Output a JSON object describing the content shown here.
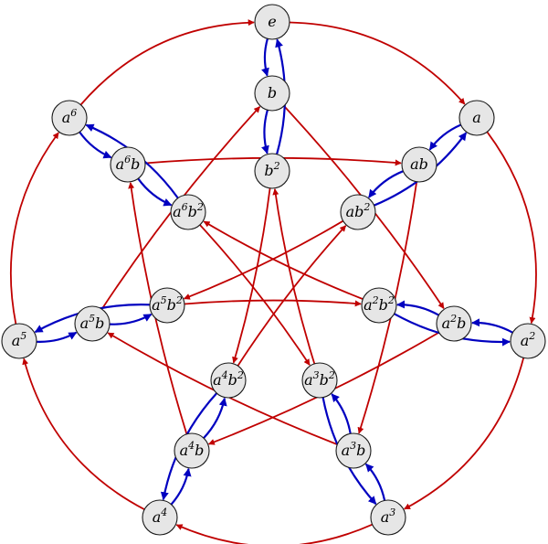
{
  "diagram": {
    "nodes": [
      {
        "id": "e",
        "base": "e",
        "exp1": "",
        "gen": "",
        "exp2": ""
      },
      {
        "id": "a",
        "base": "a",
        "exp1": "",
        "gen": "",
        "exp2": ""
      },
      {
        "id": "a2",
        "base": "a",
        "exp1": "2",
        "gen": "",
        "exp2": ""
      },
      {
        "id": "a3",
        "base": "a",
        "exp1": "3",
        "gen": "",
        "exp2": ""
      },
      {
        "id": "a4",
        "base": "a",
        "exp1": "4",
        "gen": "",
        "exp2": ""
      },
      {
        "id": "a5",
        "base": "a",
        "exp1": "5",
        "gen": "",
        "exp2": ""
      },
      {
        "id": "a6",
        "base": "a",
        "exp1": "6",
        "gen": "",
        "exp2": ""
      },
      {
        "id": "b",
        "base": "b",
        "exp1": "",
        "gen": "",
        "exp2": ""
      },
      {
        "id": "ab",
        "base": "a",
        "exp1": "",
        "gen": "b",
        "exp2": ""
      },
      {
        "id": "a2b",
        "base": "a",
        "exp1": "2",
        "gen": "b",
        "exp2": ""
      },
      {
        "id": "a3b",
        "base": "a",
        "exp1": "3",
        "gen": "b",
        "exp2": ""
      },
      {
        "id": "a4b",
        "base": "a",
        "exp1": "4",
        "gen": "b",
        "exp2": ""
      },
      {
        "id": "a5b",
        "base": "a",
        "exp1": "5",
        "gen": "b",
        "exp2": ""
      },
      {
        "id": "a6b",
        "base": "a",
        "exp1": "6",
        "gen": "b",
        "exp2": ""
      },
      {
        "id": "b2",
        "base": "b",
        "exp1": "2",
        "gen": "",
        "exp2": ""
      },
      {
        "id": "ab2",
        "base": "a",
        "exp1": "",
        "gen": "b",
        "exp2": "2"
      },
      {
        "id": "a2b2",
        "base": "a",
        "exp1": "2",
        "gen": "b",
        "exp2": "2"
      },
      {
        "id": "a3b2",
        "base": "a",
        "exp1": "3",
        "gen": "b",
        "exp2": "2"
      },
      {
        "id": "a4b2",
        "base": "a",
        "exp1": "4",
        "gen": "b",
        "exp2": "2"
      },
      {
        "id": "a5b2",
        "base": "a",
        "exp1": "5",
        "gen": "b",
        "exp2": "2"
      },
      {
        "id": "a6b2",
        "base": "a",
        "exp1": "6",
        "gen": "b",
        "exp2": "2"
      }
    ],
    "edges": [
      {
        "from": "e",
        "to": "a",
        "kind": "red"
      },
      {
        "from": "a",
        "to": "a2",
        "kind": "red"
      },
      {
        "from": "a2",
        "to": "a3",
        "kind": "red"
      },
      {
        "from": "a3",
        "to": "a4",
        "kind": "red"
      },
      {
        "from": "a4",
        "to": "a5",
        "kind": "red"
      },
      {
        "from": "a5",
        "to": "a6",
        "kind": "red"
      },
      {
        "from": "a6",
        "to": "e",
        "kind": "red"
      },
      {
        "from": "b",
        "to": "a2b",
        "kind": "red"
      },
      {
        "from": "a2b",
        "to": "a4b",
        "kind": "red"
      },
      {
        "from": "a4b",
        "to": "a6b",
        "kind": "red"
      },
      {
        "from": "a6b",
        "to": "ab",
        "kind": "red"
      },
      {
        "from": "ab",
        "to": "a3b",
        "kind": "red"
      },
      {
        "from": "a3b",
        "to": "a5b",
        "kind": "red"
      },
      {
        "from": "a5b",
        "to": "b",
        "kind": "red"
      },
      {
        "from": "b2",
        "to": "a4b2",
        "kind": "red"
      },
      {
        "from": "a4b2",
        "to": "ab2",
        "kind": "red"
      },
      {
        "from": "ab2",
        "to": "a5b2",
        "kind": "red"
      },
      {
        "from": "a5b2",
        "to": "a2b2",
        "kind": "red"
      },
      {
        "from": "a2b2",
        "to": "a6b2",
        "kind": "red"
      },
      {
        "from": "a6b2",
        "to": "a3b2",
        "kind": "red"
      },
      {
        "from": "a3b2",
        "to": "b2",
        "kind": "red"
      },
      {
        "from": "e",
        "to": "b",
        "kind": "blue"
      },
      {
        "from": "b",
        "to": "b2",
        "kind": "blue"
      },
      {
        "from": "b2",
        "to": "e",
        "kind": "blue"
      },
      {
        "from": "a",
        "to": "ab",
        "kind": "blue"
      },
      {
        "from": "ab",
        "to": "ab2",
        "kind": "blue"
      },
      {
        "from": "ab2",
        "to": "a",
        "kind": "blue"
      },
      {
        "from": "a2",
        "to": "a2b",
        "kind": "blue"
      },
      {
        "from": "a2b",
        "to": "a2b2",
        "kind": "blue"
      },
      {
        "from": "a2b2",
        "to": "a2",
        "kind": "blue"
      },
      {
        "from": "a3",
        "to": "a3b",
        "kind": "blue"
      },
      {
        "from": "a3b",
        "to": "a3b2",
        "kind": "blue"
      },
      {
        "from": "a3b2",
        "to": "a3",
        "kind": "blue"
      },
      {
        "from": "a4",
        "to": "a4b",
        "kind": "blue"
      },
      {
        "from": "a4b",
        "to": "a4b2",
        "kind": "blue"
      },
      {
        "from": "a4b2",
        "to": "a4",
        "kind": "blue"
      },
      {
        "from": "a5",
        "to": "a5b",
        "kind": "blue"
      },
      {
        "from": "a5b",
        "to": "a5b2",
        "kind": "blue"
      },
      {
        "from": "a5b2",
        "to": "a5",
        "kind": "blue"
      },
      {
        "from": "a6",
        "to": "a6b",
        "kind": "blue"
      },
      {
        "from": "a6b",
        "to": "a6b2",
        "kind": "blue"
      },
      {
        "from": "a6b2",
        "to": "a6",
        "kind": "blue"
      }
    ],
    "colors": {
      "red_edge": "#c00000",
      "blue_edge": "#0000c0",
      "node_fill": "#e6e6e6",
      "node_stroke": "#1a1a1a"
    }
  }
}
